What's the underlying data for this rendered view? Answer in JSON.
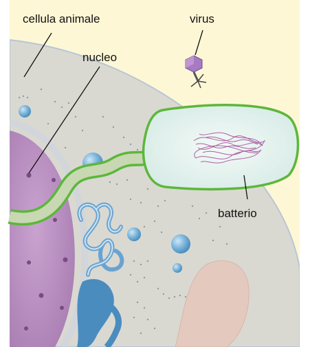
{
  "labels": {
    "animal_cell": "cellula animale",
    "nucleus": "nucleo",
    "virus": "virus",
    "bacterium": "batterio"
  },
  "colors": {
    "background": "#fdf7d6",
    "cell_cytoplasm": "#d8d8d0",
    "nucleus": "#b98fbf",
    "bacterium_fill": "#e6f3ef",
    "bacterium_outline": "#5cb73a",
    "dna": "#a64d9c",
    "virus_head": "#a77ac2",
    "vesicle": "#68a9d2",
    "leader_line": "#111111"
  },
  "icons": {
    "virus": "bacteriophage-icon",
    "bacterium": "rod-bacterium-icon"
  }
}
